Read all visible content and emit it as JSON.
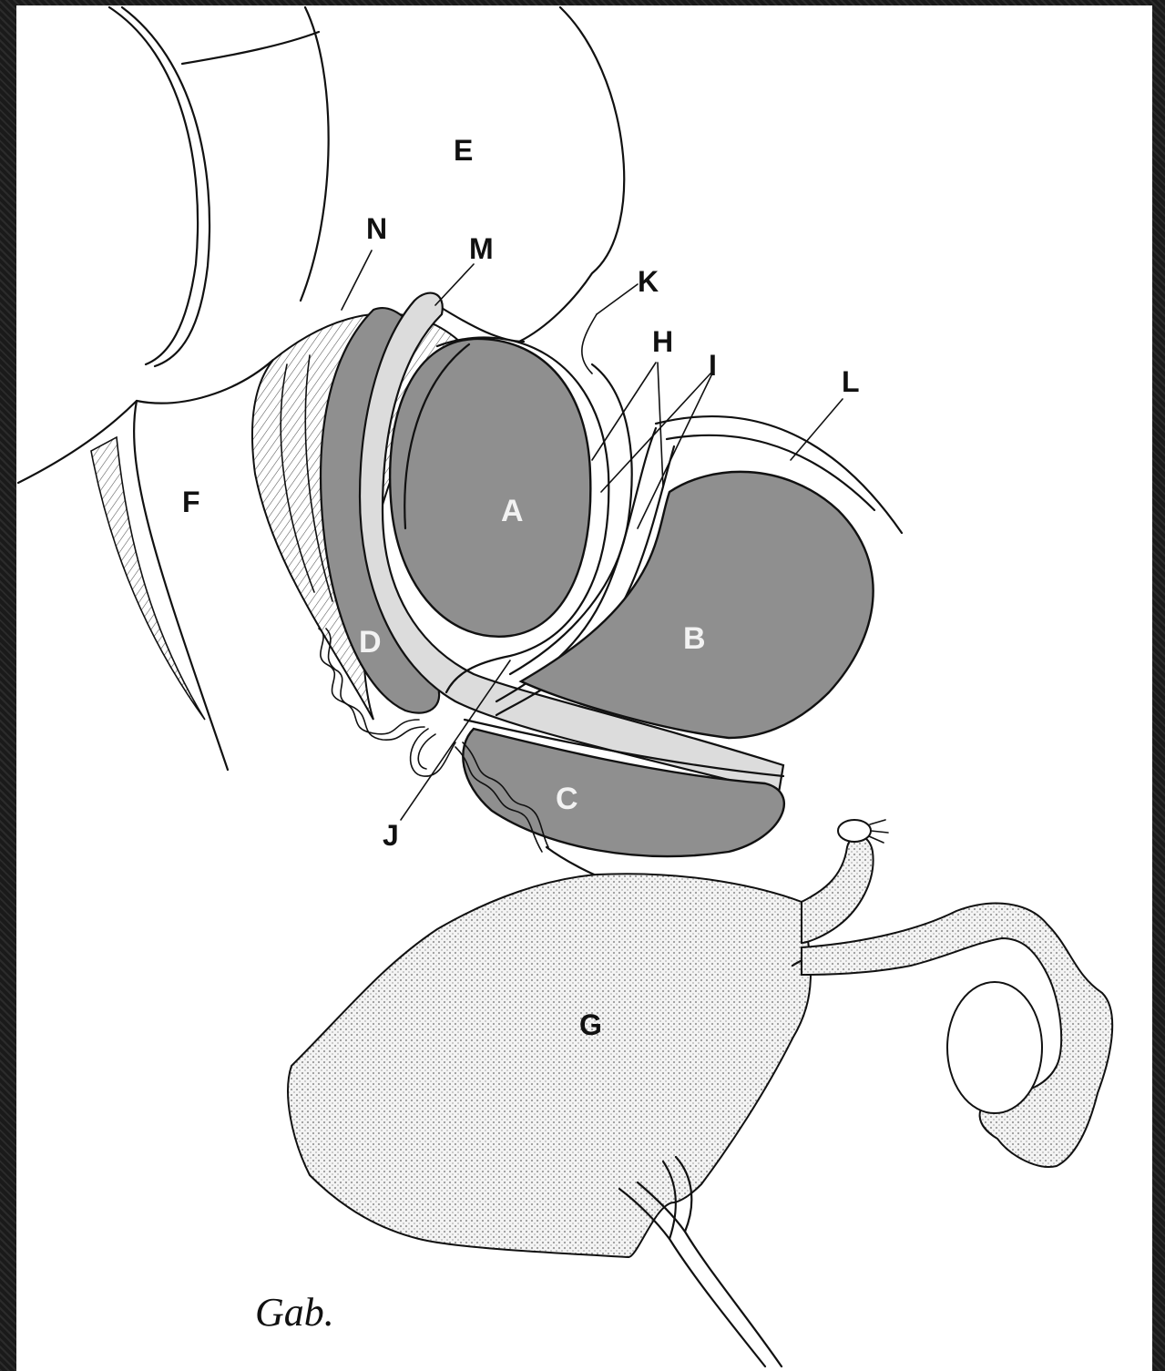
{
  "figure": {
    "labels": {
      "A": "A",
      "B": "B",
      "C": "C",
      "D": "D",
      "E": "E",
      "F": "F",
      "G": "G",
      "H": "H",
      "I": "I",
      "J": "J",
      "K": "K",
      "L": "L",
      "M": "M",
      "N": "N"
    },
    "signature": "Gab.",
    "colors": {
      "shaded_structure": "#8f8f8f",
      "light_band": "#dcdcdc",
      "stipple": "#e6e6e6",
      "outline": "#111111",
      "frame": "#202020"
    }
  }
}
